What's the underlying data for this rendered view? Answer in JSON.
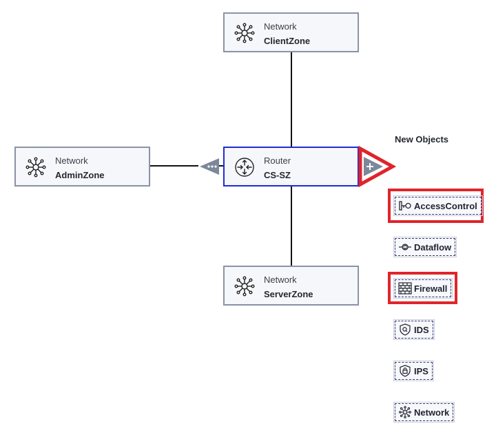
{
  "nodes": {
    "client": {
      "type": "Network",
      "name": "ClientZone",
      "icon": "network-icon"
    },
    "admin": {
      "type": "Network",
      "name": "AdminZone",
      "icon": "network-icon"
    },
    "router": {
      "type": "Router",
      "name": "CS-SZ",
      "icon": "router-icon"
    },
    "server": {
      "type": "Network",
      "name": "ServerZone",
      "icon": "network-icon"
    }
  },
  "handles": {
    "left": {
      "icon": "more-options-icon"
    },
    "right": {
      "icon": "add-icon"
    }
  },
  "palette": {
    "title": "New Objects",
    "items": [
      {
        "label": "AccessControl",
        "icon": "key-icon"
      },
      {
        "label": "Dataflow",
        "icon": "dataflow-icon"
      },
      {
        "label": "Firewall",
        "icon": "firewall-icon"
      },
      {
        "label": "IDS",
        "icon": "ids-shield-icon"
      },
      {
        "label": "IPS",
        "icon": "ips-shield-icon"
      },
      {
        "label": "Network",
        "icon": "network-icon"
      }
    ]
  },
  "colors": {
    "highlight": "#e0242a",
    "selected_border": "#1f2bd6",
    "node_border": "#8a93a8",
    "handle_fill": "#7d879a"
  }
}
